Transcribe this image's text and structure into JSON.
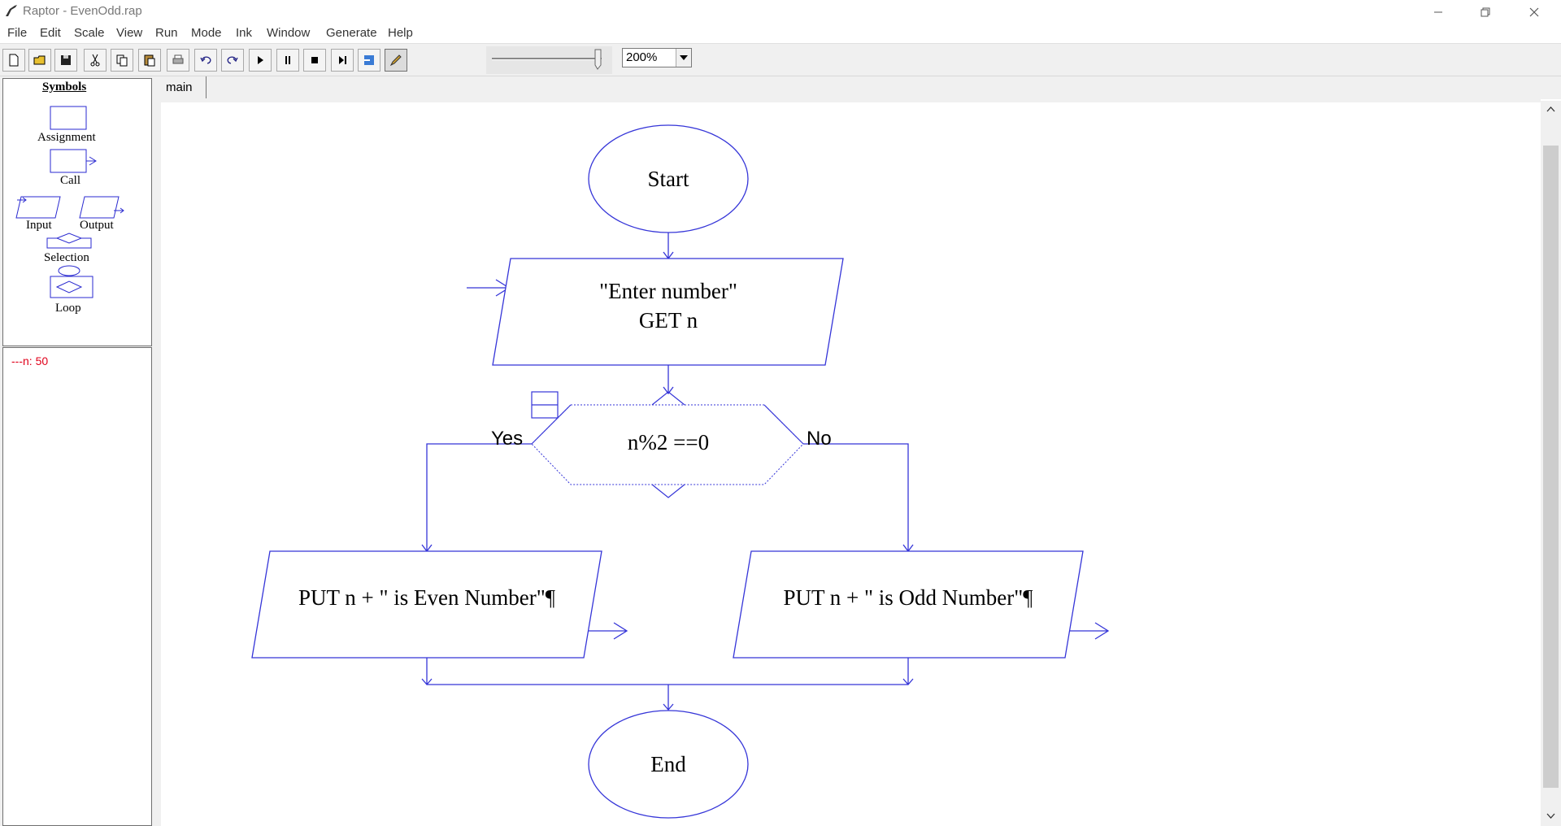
{
  "window": {
    "title": "Raptor - EvenOdd.rap",
    "minimize_icon": "minimize-icon",
    "maximize_icon": "restore-icon",
    "close_icon": "close-icon"
  },
  "menu": [
    "File",
    "Edit",
    "Scale",
    "View",
    "Run",
    "Mode",
    "Ink",
    "Window",
    "Generate",
    "Help"
  ],
  "toolbar": {
    "buttons": [
      "new-icon",
      "open-icon",
      "save-icon",
      "cut-icon",
      "copy-icon",
      "paste-icon",
      "print-icon",
      "undo-icon",
      "redo-icon",
      "play-icon",
      "pause-icon",
      "stop-icon",
      "step-icon",
      "step-into-icon",
      "ink-pen-icon"
    ],
    "zoom": "200%"
  },
  "symbols_panel": {
    "title": "Symbols",
    "items": [
      "Assignment",
      "Call",
      "Input",
      "Output",
      "Selection",
      "Loop"
    ]
  },
  "variables": [
    "n: 50"
  ],
  "tabs": [
    "main"
  ],
  "flowchart": {
    "start": "Start",
    "input_prompt": "\"Enter number\"",
    "input_stmt": "GET n",
    "condition": "n%2 ==0",
    "yes_label": "Yes",
    "no_label": "No",
    "output_even": "PUT n  +  \" is Even Number\"¶",
    "output_odd": "PUT n  +  \" is Odd Number\"¶",
    "end": "End",
    "line_color": "#3535d8"
  }
}
